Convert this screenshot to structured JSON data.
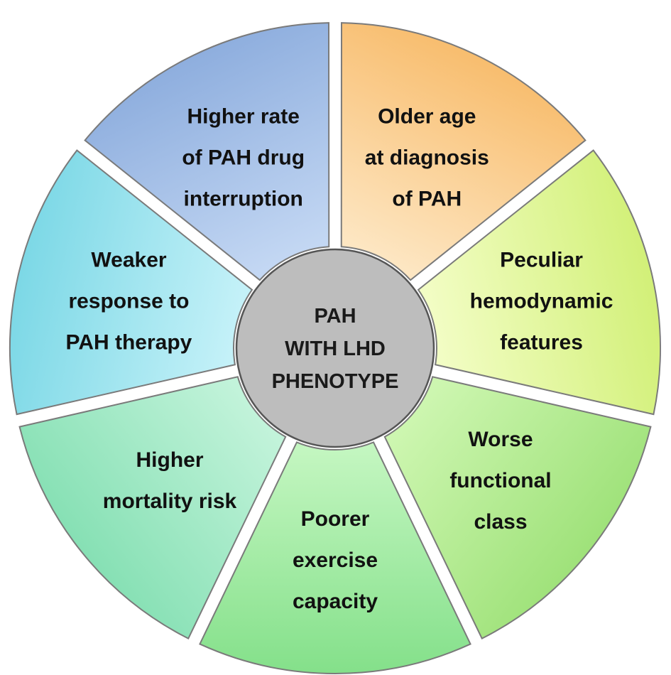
{
  "center": {
    "lines": [
      "PAH",
      "WITH LHD",
      "PHENOTYPE"
    ],
    "fill": "#bdbdbd"
  },
  "segments": [
    {
      "id": "older-age",
      "lines": [
        "Older age",
        "at diagnosis",
        "of PAH"
      ],
      "color_outer": "#f8bd6e",
      "color_inner": "#fde6c2"
    },
    {
      "id": "hemodynamic",
      "lines": [
        "Peculiar",
        "hemodynamic",
        "features"
      ],
      "color_outer": "#d2f078",
      "color_inner": "#f2fdc4"
    },
    {
      "id": "functional-class",
      "lines": [
        "Worse",
        "functional",
        "class"
      ],
      "color_outer": "#9fe27a",
      "color_inner": "#cdf6b0"
    },
    {
      "id": "exercise-capacity",
      "lines": [
        "Poorer",
        "exercise",
        "capacity"
      ],
      "color_outer": "#84e08a",
      "color_inner": "#c3f6c0"
    },
    {
      "id": "mortality-risk",
      "lines": [
        "Higher",
        "mortality risk"
      ],
      "color_outer": "#86e0b4",
      "color_inner": "#c2f3da"
    },
    {
      "id": "therapy-response",
      "lines": [
        "Weaker",
        "response to",
        "PAH therapy"
      ],
      "color_outer": "#7cd8e6",
      "color_inner": "#c4f1f8"
    },
    {
      "id": "drug-interruption",
      "lines": [
        "Higher rate",
        "of PAH drug",
        "interruption"
      ],
      "color_outer": "#8eaede",
      "color_inner": "#c3d7f3"
    }
  ]
}
